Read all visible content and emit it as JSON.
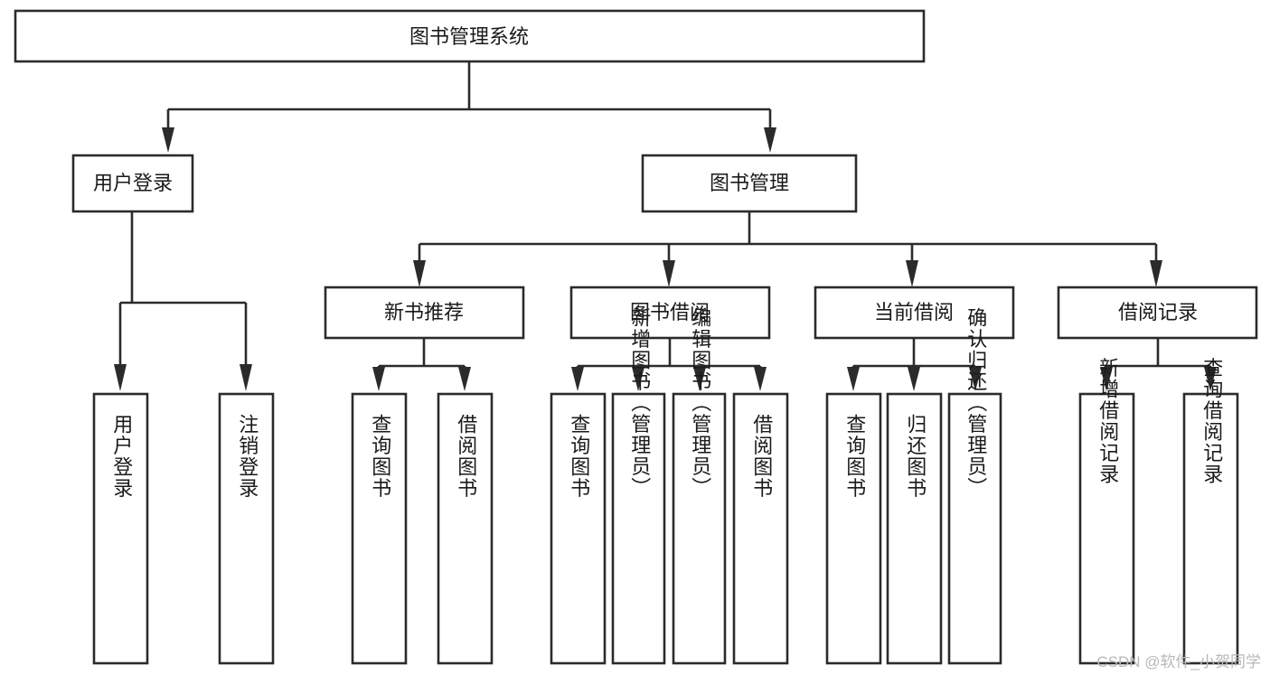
{
  "diagram": {
    "title": "图书管理系统",
    "type": "hierarchy-tree",
    "root": {
      "id": "root",
      "label": "图书管理系统",
      "orientation": "horizontal"
    },
    "level2": [
      {
        "id": "user-login",
        "label": "用户登录",
        "orientation": "horizontal"
      },
      {
        "id": "book-management",
        "label": "图书管理",
        "orientation": "horizontal"
      }
    ],
    "level3": [
      {
        "id": "new-book-recommend",
        "label": "新书推荐",
        "orientation": "horizontal",
        "parent": "book-management"
      },
      {
        "id": "book-borrow",
        "label": "图书借阅",
        "orientation": "horizontal",
        "parent": "book-management"
      },
      {
        "id": "current-borrow",
        "label": "当前借阅",
        "orientation": "horizontal",
        "parent": "book-management"
      },
      {
        "id": "borrow-record",
        "label": "借阅记录",
        "orientation": "horizontal",
        "parent": "book-management"
      }
    ],
    "leaves": [
      {
        "id": "leaf-user-login",
        "label": "用户登录",
        "orientation": "vertical",
        "parent": "user-login"
      },
      {
        "id": "leaf-logout",
        "label": "注销登录",
        "orientation": "vertical",
        "parent": "user-login"
      },
      {
        "id": "leaf-query-book-1",
        "label": "查询图书",
        "orientation": "vertical",
        "parent": "new-book-recommend"
      },
      {
        "id": "leaf-borrow-book-1",
        "label": "借阅图书",
        "orientation": "vertical",
        "parent": "new-book-recommend"
      },
      {
        "id": "leaf-query-book-2",
        "label": "查询图书",
        "orientation": "vertical",
        "parent": "book-borrow"
      },
      {
        "id": "leaf-add-book",
        "label": "新增图书（管理员）",
        "orientation": "vertical",
        "parent": "book-borrow"
      },
      {
        "id": "leaf-edit-book",
        "label": "编辑图书（管理员）",
        "orientation": "vertical",
        "parent": "book-borrow"
      },
      {
        "id": "leaf-borrow-book-2",
        "label": "借阅图书",
        "orientation": "vertical",
        "parent": "book-borrow"
      },
      {
        "id": "leaf-query-book-3",
        "label": "查询图书",
        "orientation": "vertical",
        "parent": "current-borrow"
      },
      {
        "id": "leaf-return-book",
        "label": "归还图书",
        "orientation": "vertical",
        "parent": "current-borrow"
      },
      {
        "id": "leaf-confirm-return",
        "label": "确认归还（管理员）",
        "orientation": "vertical",
        "parent": "current-borrow"
      },
      {
        "id": "leaf-add-record",
        "label": "新增借阅记录",
        "orientation": "vertical",
        "parent": "borrow-record"
      },
      {
        "id": "leaf-query-record",
        "label": "查询借阅记录",
        "orientation": "vertical",
        "parent": "borrow-record"
      }
    ],
    "colors": {
      "stroke": "#2b2b2b",
      "fill": "#ffffff",
      "text": "#1a1a1a",
      "watermark": "#b8b8b8"
    }
  },
  "watermark": {
    "text": "CSDN @软件_小贺同学"
  }
}
